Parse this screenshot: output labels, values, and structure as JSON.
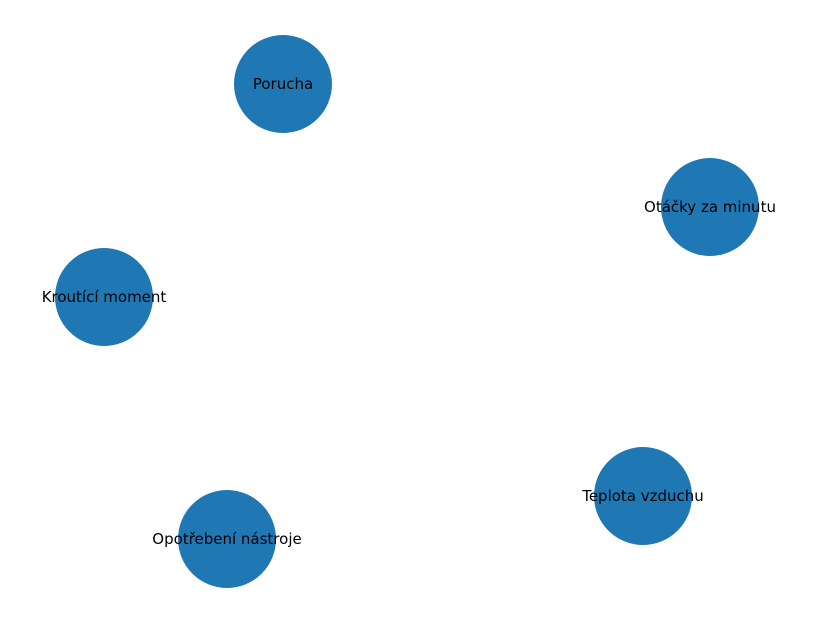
{
  "graph": {
    "node_color": "#1f77b4",
    "label_color": "#000000",
    "nodes": [
      {
        "id": "porucha",
        "label": "Porucha"
      },
      {
        "id": "otacky",
        "label": "Otáčky za minutu"
      },
      {
        "id": "krouticí-moment",
        "label": "Kroutící moment"
      },
      {
        "id": "teplota",
        "label": "Teplota vzduchu"
      },
      {
        "id": "opotrebeni",
        "label": "Opotřebení nástroje"
      }
    ],
    "edges": []
  }
}
